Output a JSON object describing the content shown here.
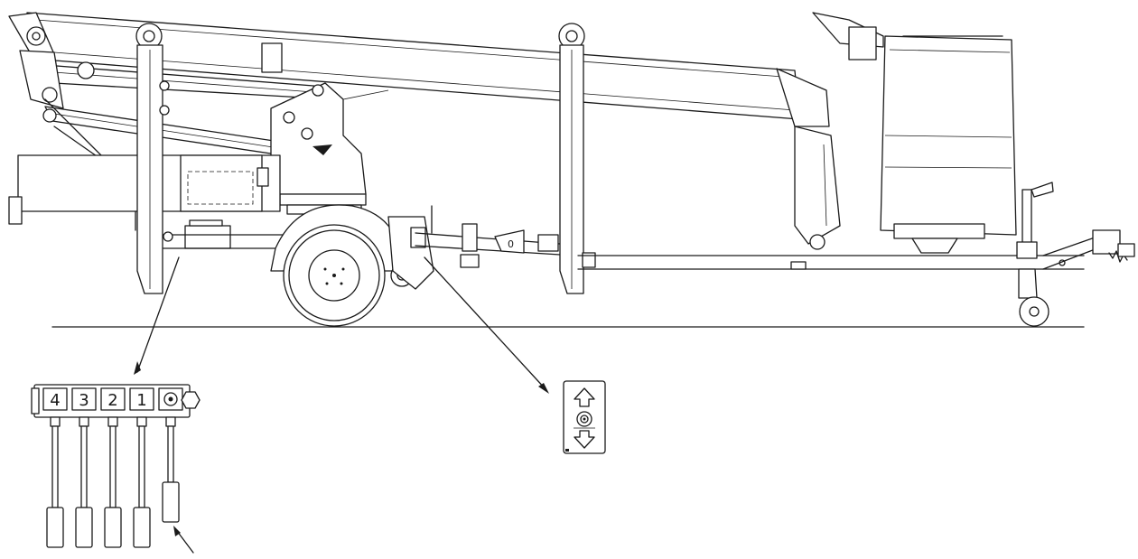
{
  "lever_labels": [
    "4",
    "3",
    "2",
    "1"
  ],
  "wheel_nut_label": "0",
  "stabilizer_label": "0",
  "colors": {
    "line": "#1a1a1a",
    "background": "#ffffff"
  },
  "icons": [
    "up-arrow-icon",
    "down-arrow-icon",
    "crank-handle-icon",
    "hexagon-nut-icon"
  ]
}
